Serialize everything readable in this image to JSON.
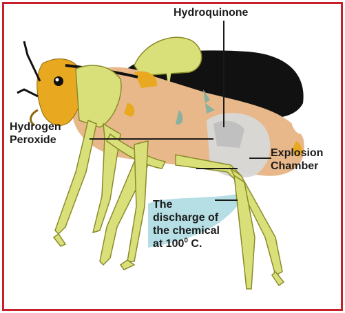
{
  "labels": {
    "hydroquinone": "Hydroquinone",
    "hydrogen_peroxide": [
      "Hydrogen",
      "Peroxide"
    ],
    "explosion_chamber": [
      "Explosion",
      "Chamber"
    ],
    "discharge": [
      "The",
      "discharge of",
      "the chemical",
      "at 100"
    ],
    "discharge_superscript": "0",
    "discharge_unit": " C."
  },
  "colors": {
    "frame": "#c8202a",
    "leg": "#d9e07a",
    "head": "#e8a820",
    "body": "#e8b88a",
    "dark": "#111111",
    "spray": "#a8d8e0",
    "chamber": "#d8d8d8",
    "leader_line": "#1a1a1a"
  }
}
